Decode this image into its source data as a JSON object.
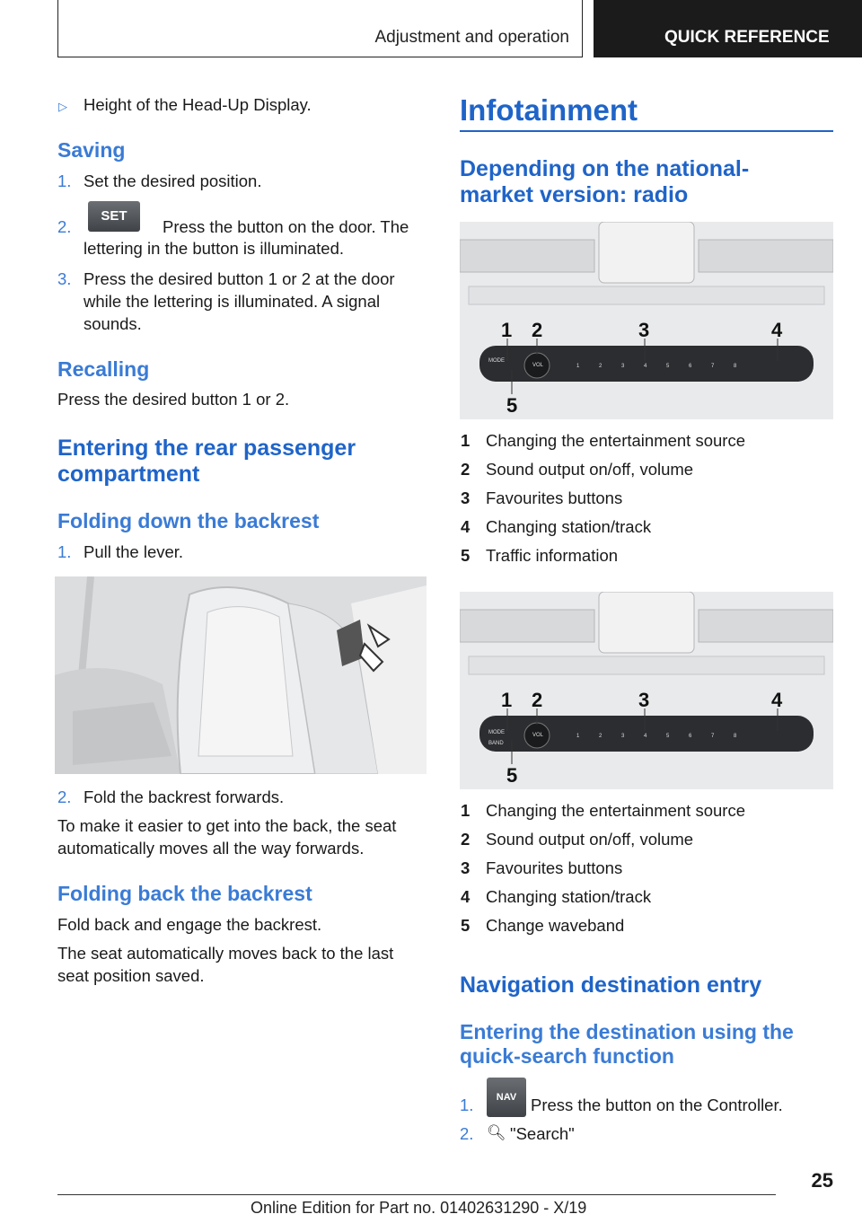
{
  "header": {
    "section": "Adjustment and operation",
    "tab": "QUICK REFERENCE"
  },
  "left": {
    "bullet_height": "Height of the Head-Up Display.",
    "saving": {
      "heading": "Saving",
      "steps": [
        {
          "n": "1.",
          "line1": "Set the desired position."
        },
        {
          "n": "2.",
          "icon": "SET",
          "line1": "Press the button on the door. The",
          "line2": "lettering in the button is illuminated."
        },
        {
          "n": "3.",
          "line1": "Press the desired button 1 or 2 at the door",
          "line2": "while the lettering is illuminated. A signal",
          "line3": "sounds."
        }
      ]
    },
    "recalling": {
      "heading": "Recalling",
      "text": "Press the desired button 1 or 2."
    },
    "rear": {
      "heading_line1": "Entering the rear passenger",
      "heading_line2": "compartment",
      "fold_down": {
        "heading": "Folding down the backrest",
        "step1_n": "1.",
        "step1": "Pull the lever.",
        "step2_n": "2.",
        "step2": "Fold the backrest forwards.",
        "note_line1": "To make it easier to get into the back, the seat",
        "note_line2": "automatically moves all the way forwards."
      },
      "fold_back": {
        "heading": "Folding back the backrest",
        "text1": "Fold back and engage the backrest.",
        "text2_line1": "The seat automatically moves back to the last",
        "text2_line2": "seat position saved."
      }
    }
  },
  "right": {
    "title": "Infotainment",
    "radio_heading_line1": "Depending on the national-",
    "radio_heading_line2": "market version: radio",
    "legend1": [
      {
        "n": "1",
        "t": "Changing the entertainment source"
      },
      {
        "n": "2",
        "t": "Sound output on/off, volume"
      },
      {
        "n": "3",
        "t": "Favourites buttons"
      },
      {
        "n": "4",
        "t": "Changing station/track"
      },
      {
        "n": "5",
        "t": "Traffic information"
      }
    ],
    "legend2": [
      {
        "n": "1",
        "t": "Changing the entertainment source"
      },
      {
        "n": "2",
        "t": "Sound output on/off, volume"
      },
      {
        "n": "3",
        "t": "Favourites buttons"
      },
      {
        "n": "4",
        "t": "Changing station/track"
      },
      {
        "n": "5",
        "t": "Change waveband"
      }
    ],
    "img1_labels": [
      "1",
      "2",
      "3",
      "4",
      "5"
    ],
    "img1_button_text": {
      "mode": "MODE",
      "vol": "VOL",
      "keys": [
        "1",
        "2",
        "3",
        "4",
        "5",
        "6",
        "7",
        "8"
      ]
    },
    "img2_labels": [
      "1",
      "2",
      "3",
      "4",
      "5"
    ],
    "img2_button_text": {
      "mode": "MODE",
      "band": "BAND",
      "vol": "VOL",
      "keys": [
        "1",
        "2",
        "3",
        "4",
        "5",
        "6",
        "7",
        "8"
      ]
    },
    "nav": {
      "heading": "Navigation destination entry",
      "sub_line1": "Entering the destination using the",
      "sub_line2": "quick-search function",
      "step1_n": "1.",
      "step1_icon": "NAV",
      "step1": "Press the button on the Controller.",
      "step2_n": "2.",
      "step2": "\"Search\""
    }
  },
  "footer": {
    "page": "25",
    "edition": "Online Edition for Part no. 01402631290 - X/19"
  }
}
